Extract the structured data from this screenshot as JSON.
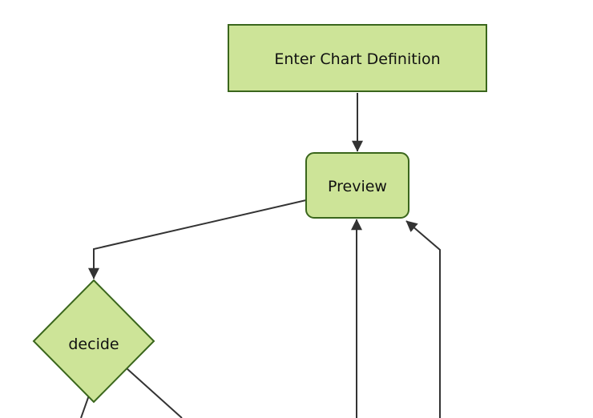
{
  "diagram": {
    "type": "flowchart",
    "direction": "top-down",
    "background_color": "#ffffff",
    "colors": {
      "node_fill": "#cde498",
      "node_border": "#3a661c",
      "edge_stroke": "#333333",
      "label_text": "#111111"
    },
    "nodes": [
      {
        "id": "enter-chart-definition",
        "label": "Enter Chart Definition",
        "shape": "rectangle"
      },
      {
        "id": "preview",
        "label": "Preview",
        "shape": "rounded-rectangle"
      },
      {
        "id": "decide",
        "label": "decide",
        "shape": "diamond"
      }
    ],
    "edges": [
      {
        "from": "enter-chart-definition",
        "to": "preview",
        "arrowhead": true
      },
      {
        "from": "preview",
        "to": "decide",
        "arrowhead": true
      },
      {
        "from": "offscreen-bottom-left-line",
        "to": "preview",
        "arrowhead": true
      },
      {
        "from": "offscreen-bottom-right-line",
        "to": "preview",
        "arrowhead": true
      },
      {
        "from": "decide",
        "to": "offscreen-bottom-first",
        "arrowhead": false
      },
      {
        "from": "decide",
        "to": "offscreen-bottom-second",
        "arrowhead": false
      }
    ]
  }
}
